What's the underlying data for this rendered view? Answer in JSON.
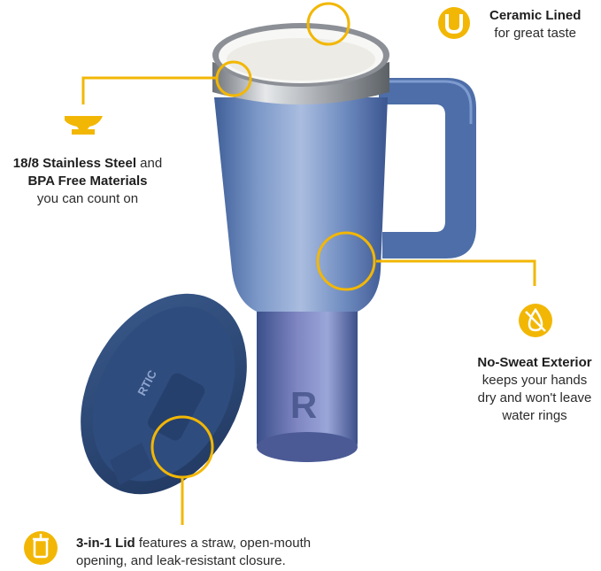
{
  "accent_color": "#F2B705",
  "product": {
    "brand_mark": "RTIC",
    "emblem_letter": "R",
    "body_color": "#5A7BB3",
    "lid_color": "#2D4A78"
  },
  "features": [
    {
      "icon": "ceramic-u-icon",
      "title": "Ceramic Lined",
      "desc": "for great taste"
    },
    {
      "icon": "anvil-icon",
      "title_1": "18/8 Stainless Steel",
      "after_1": " and",
      "title_2": "BPA Free Materials",
      "desc": "you can count on"
    },
    {
      "icon": "no-water-drop-icon",
      "title": "No-Sweat Exterior",
      "desc_1": "keeps your hands",
      "desc_2": "dry and won't leave",
      "desc_3": "water rings"
    },
    {
      "icon": "cup-lid-icon",
      "title": "3-in-1 Lid",
      "desc_1": " features a straw, open-mouth",
      "desc_2": "opening, and leak-resistant closure."
    }
  ]
}
